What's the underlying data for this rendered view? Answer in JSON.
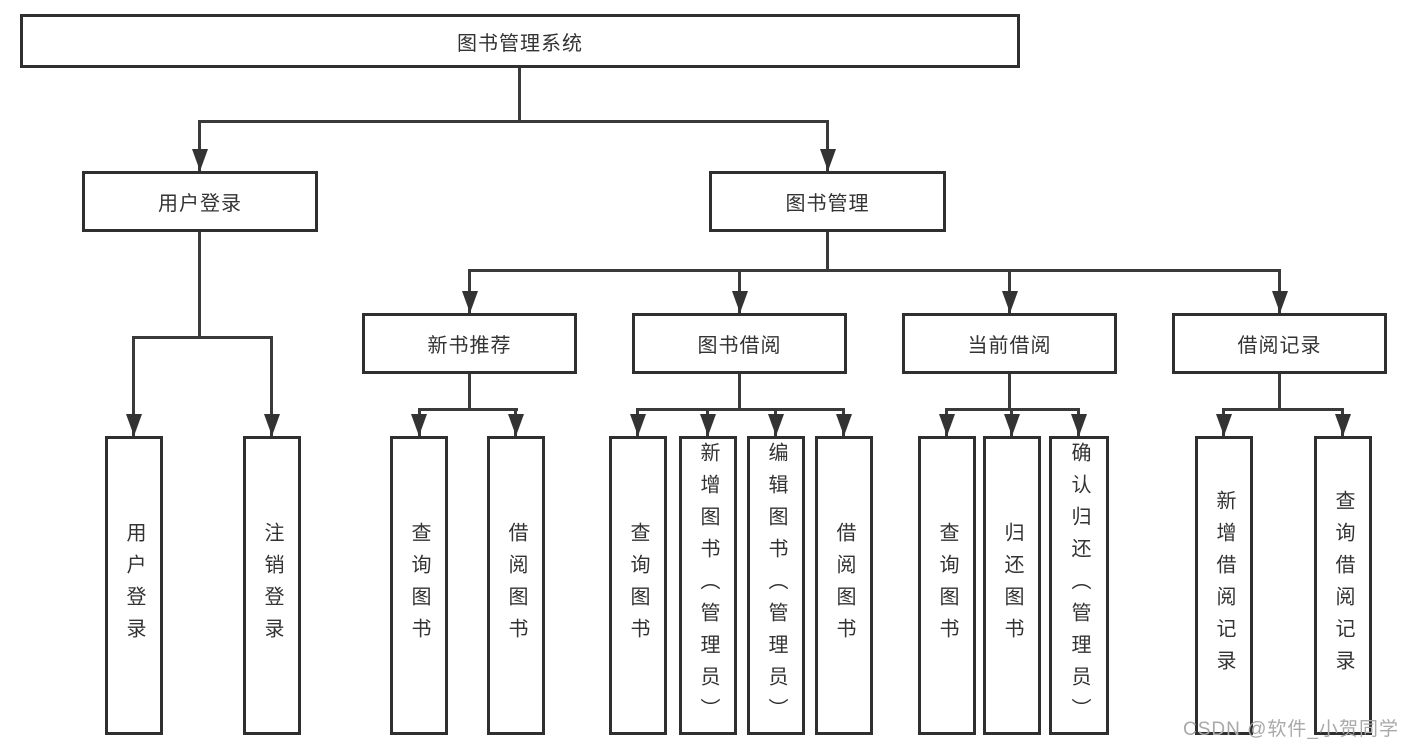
{
  "tree": {
    "label": "图书管理系统",
    "children": [
      {
        "label": "用户登录",
        "children": [
          {
            "label": "用户登录"
          },
          {
            "label": "注销登录"
          }
        ]
      },
      {
        "label": "图书管理",
        "children": [
          {
            "label": "新书推荐",
            "children": [
              {
                "label": "查询图书"
              },
              {
                "label": "借阅图书"
              }
            ]
          },
          {
            "label": "图书借阅",
            "children": [
              {
                "label": "查询图书"
              },
              {
                "label": "新增图书（管理员）"
              },
              {
                "label": "编辑图书（管理员）"
              },
              {
                "label": "借阅图书"
              }
            ]
          },
          {
            "label": "当前借阅",
            "children": [
              {
                "label": "查询图书"
              },
              {
                "label": "归还图书"
              },
              {
                "label": "确认归还（管理员）"
              }
            ]
          },
          {
            "label": "借阅记录",
            "children": [
              {
                "label": "新增借阅记录"
              },
              {
                "label": "查询借阅记录"
              }
            ]
          }
        ]
      }
    ]
  },
  "watermark": "CSDN @软件_小贺同学",
  "colors": {
    "line": "#3a3a3a",
    "border": "#2f2f2f",
    "text": "#333333",
    "watermark": "#a9a9a9",
    "background": "#ffffff"
  }
}
